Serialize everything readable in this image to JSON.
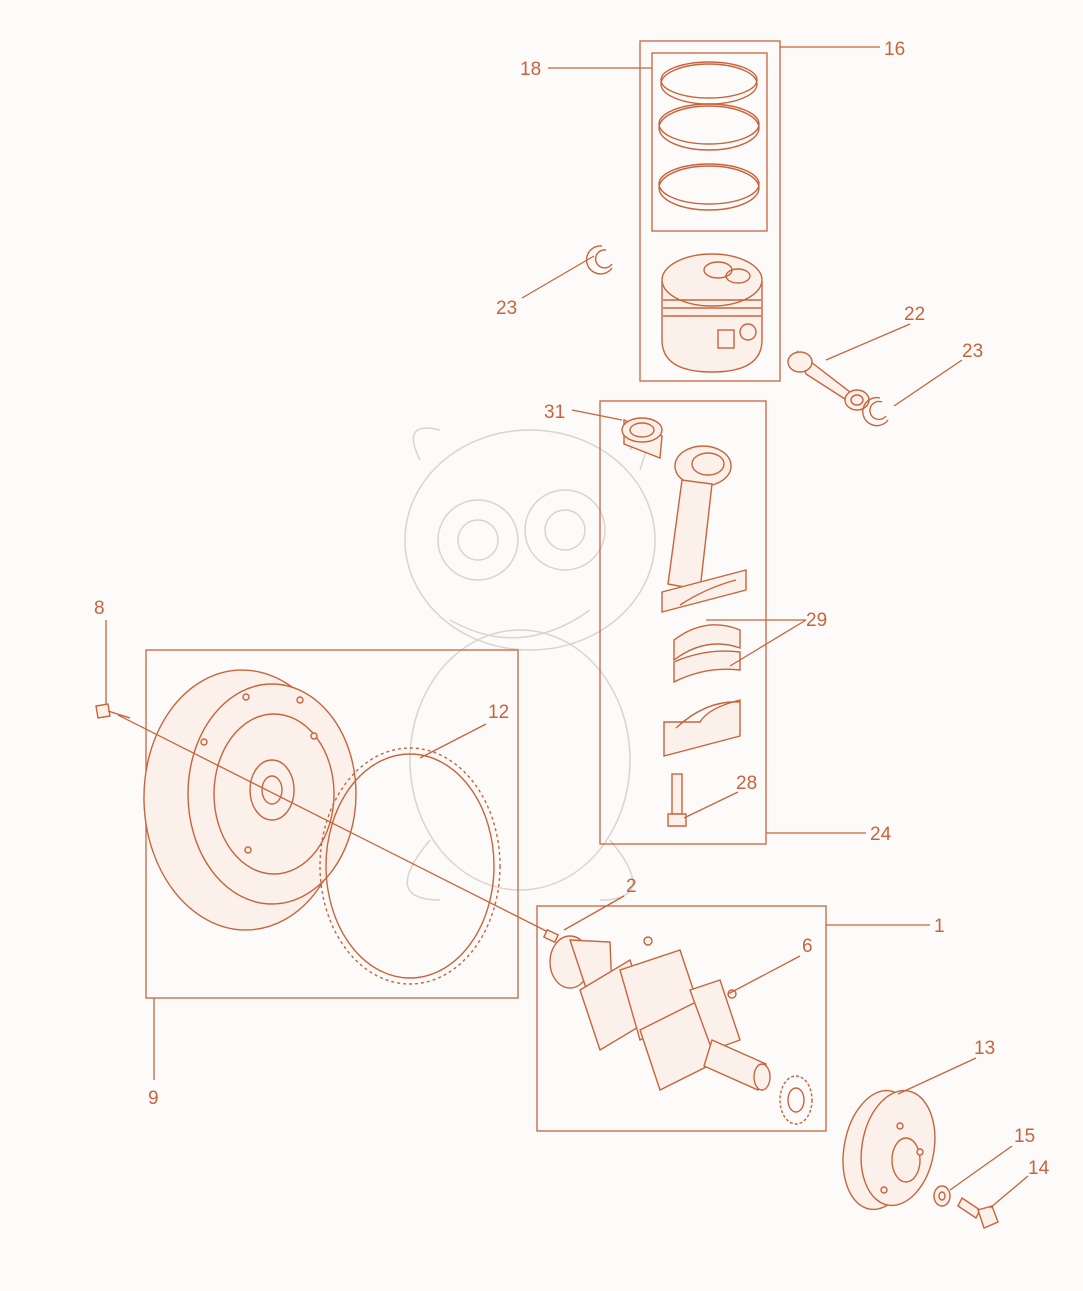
{
  "colors": {
    "line": "#c8643c",
    "fill": "#fbf1ea",
    "background": "#fdfbf9",
    "watermark": "#d9d4cc"
  },
  "callouts": {
    "c1": "1",
    "c2": "2",
    "c6": "6",
    "c8": "8",
    "c9": "9",
    "c12": "12",
    "c13": "13",
    "c14": "14",
    "c15": "15",
    "c16": "16",
    "c18": "18",
    "c22": "22",
    "c23a": "23",
    "c23b": "23",
    "c24": "24",
    "c28": "28",
    "c29": "29",
    "c31": "31"
  }
}
